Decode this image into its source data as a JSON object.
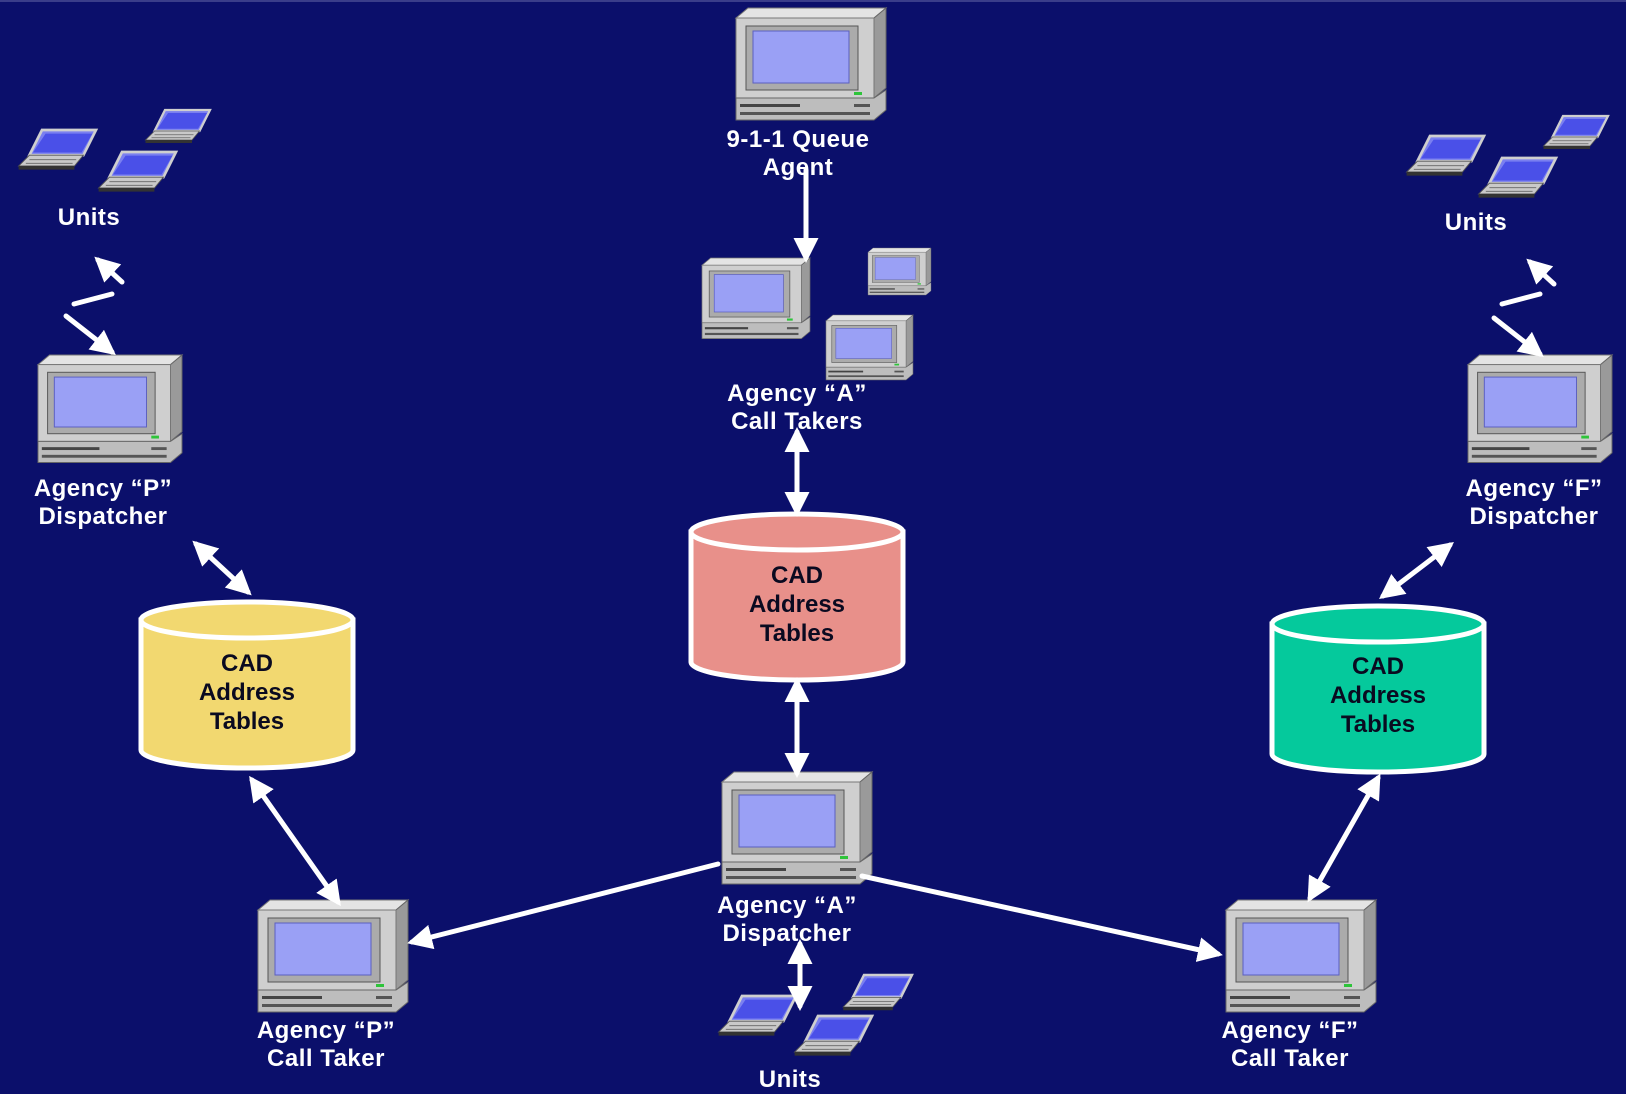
{
  "colors": {
    "background": "#0b0f6b",
    "connector": "#ffffff",
    "db_agency_a": "#e8908a",
    "db_agency_p": "#f2d870",
    "db_agency_f": "#05c99c",
    "monitor_screen": "#9aa0f5"
  },
  "nodes": {
    "queue_agent": {
      "line1": "9-1-1 Queue",
      "line2": "Agent"
    },
    "a_call_takers": {
      "line1": "Agency “A”",
      "line2": "Call Takers"
    },
    "a_dispatcher": {
      "line1": "Agency “A”",
      "line2": "Dispatcher"
    },
    "a_units": {
      "label": "Units"
    },
    "p_units": {
      "label": "Units"
    },
    "p_dispatcher": {
      "line1": "Agency “P”",
      "line2": "Dispatcher"
    },
    "p_call_taker": {
      "line1": "Agency “P”",
      "line2": "Call Taker"
    },
    "f_units": {
      "label": "Units"
    },
    "f_dispatcher": {
      "line1": "Agency “F”",
      "line2": "Dispatcher"
    },
    "f_call_taker": {
      "line1": "Agency “F”",
      "line2": "Call Taker"
    }
  },
  "databases": {
    "a": {
      "line1": "CAD",
      "line2": "Address",
      "line3": "Tables"
    },
    "p": {
      "line1": "CAD",
      "line2": "Address",
      "line3": "Tables"
    },
    "f": {
      "line1": "CAD",
      "line2": "Address",
      "line3": "Tables"
    }
  }
}
